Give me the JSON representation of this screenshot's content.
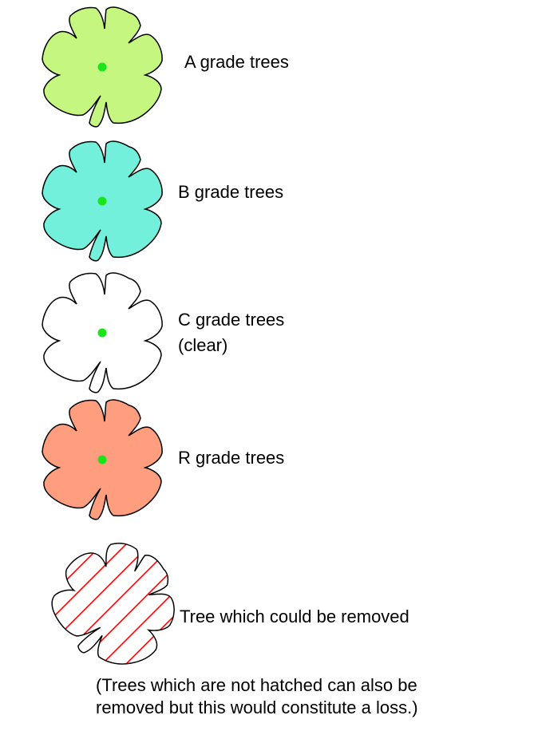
{
  "legend": {
    "items": [
      {
        "label": "A grade trees",
        "fill": "#c4f680",
        "center_dot": true
      },
      {
        "label": "B grade trees",
        "fill": "#72f0dc",
        "center_dot": true
      },
      {
        "label": "C grade trees",
        "label_line2": "(clear)",
        "fill": "#ffffff",
        "center_dot": true
      },
      {
        "label": "R grade trees",
        "fill": "#ff9e7e",
        "center_dot": true
      },
      {
        "label": "Tree which could be removed",
        "fill": "#ffffff",
        "hatch_color": "#ff0000",
        "center_dot": false
      }
    ],
    "note_line1": "(Trees which are not hatched can also be",
    "note_line2": "removed but this would constitute a loss.)"
  },
  "colors": {
    "outline": "#000000",
    "center_dot": "#19e519"
  }
}
